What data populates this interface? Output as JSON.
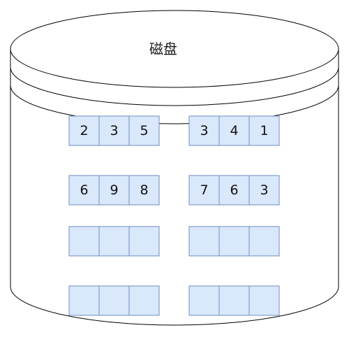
{
  "disk": {
    "label": "磁盘",
    "cell_fill": "#dae8fc",
    "cell_stroke": "#6c8ebf",
    "outline": "#000000"
  },
  "blocks": [
    {
      "cells": [
        "2",
        "3",
        "5"
      ]
    },
    {
      "cells": [
        "3",
        "4",
        "1"
      ]
    },
    {
      "cells": [
        "6",
        "9",
        "8"
      ]
    },
    {
      "cells": [
        "7",
        "6",
        "3"
      ]
    },
    {
      "cells": [
        "",
        "",
        ""
      ]
    },
    {
      "cells": [
        "",
        "",
        ""
      ]
    },
    {
      "cells": [
        "",
        "",
        ""
      ]
    },
    {
      "cells": [
        "",
        "",
        ""
      ]
    }
  ]
}
